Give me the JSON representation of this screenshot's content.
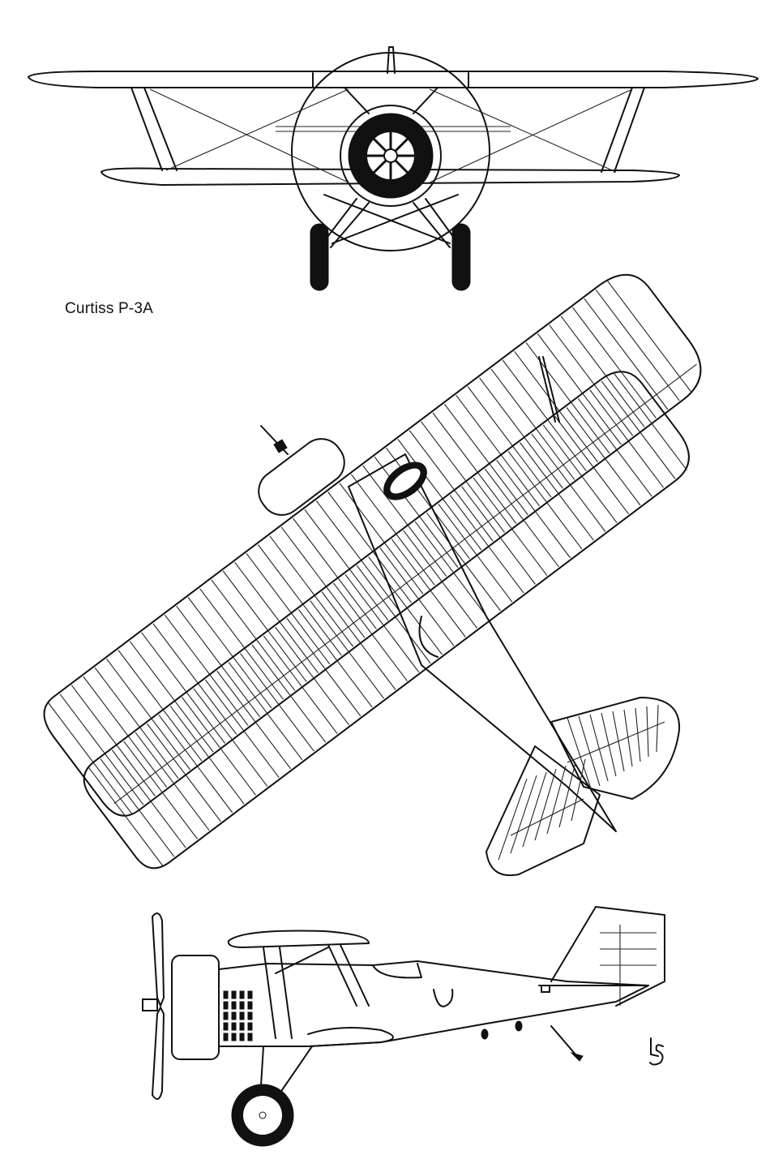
{
  "caption": "Curtiss P-3A",
  "artist_mark": "LS",
  "views": [
    "front-view",
    "plan-view",
    "side-view"
  ],
  "colors": {
    "ink": "#111111",
    "paper": "#ffffff"
  }
}
